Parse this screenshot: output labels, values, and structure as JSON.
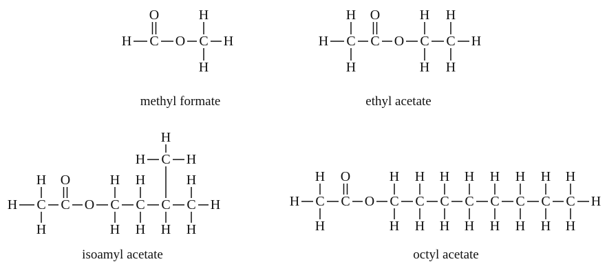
{
  "molecules": [
    {
      "name": "methyl formate",
      "atoms": [
        "H",
        "C",
        "O",
        "C",
        "H",
        "O",
        "H",
        "H"
      ],
      "bonds": [
        [
          0,
          1
        ],
        [
          1,
          2
        ],
        [
          2,
          3
        ],
        [
          3,
          4
        ],
        [
          3,
          6
        ],
        [
          3,
          7
        ]
      ],
      "double_bonds": [
        [
          1,
          5
        ]
      ]
    },
    {
      "name": "ethyl acetate",
      "atoms": [
        "H",
        "C",
        "C",
        "O",
        "C",
        "C",
        "H",
        "H",
        "H",
        "O",
        "H",
        "H",
        "H",
        "H"
      ],
      "bonds": [
        [
          0,
          1
        ],
        [
          1,
          2
        ],
        [
          2,
          3
        ],
        [
          3,
          4
        ],
        [
          4,
          5
        ],
        [
          5,
          6
        ],
        [
          1,
          7
        ],
        [
          1,
          8
        ],
        [
          4,
          10
        ],
        [
          4,
          11
        ],
        [
          5,
          12
        ],
        [
          5,
          13
        ]
      ],
      "double_bonds": [
        [
          2,
          9
        ]
      ]
    },
    {
      "name": "isoamyl acetate",
      "atoms": [
        "H",
        "C",
        "C",
        "O",
        "C",
        "C",
        "C",
        "C",
        "H",
        "H",
        "H",
        "O",
        "H",
        "H",
        "H",
        "H",
        "H",
        "H",
        "H",
        "C",
        "H",
        "H",
        "H"
      ],
      "bonds": [
        [
          0,
          1
        ],
        [
          1,
          2
        ],
        [
          2,
          3
        ],
        [
          3,
          4
        ],
        [
          4,
          5
        ],
        [
          5,
          6
        ],
        [
          6,
          7
        ],
        [
          7,
          8
        ],
        [
          1,
          9
        ],
        [
          1,
          10
        ],
        [
          4,
          12
        ],
        [
          4,
          13
        ],
        [
          5,
          14
        ],
        [
          5,
          15
        ],
        [
          6,
          16
        ],
        [
          7,
          17
        ],
        [
          7,
          18
        ],
        [
          6,
          19
        ],
        [
          19,
          20
        ],
        [
          19,
          21
        ],
        [
          19,
          22
        ]
      ],
      "double_bonds": [
        [
          2,
          11
        ]
      ]
    },
    {
      "name": "octyl acetate",
      "atoms": [
        "H",
        "C",
        "C",
        "O",
        "C",
        "C",
        "C",
        "C",
        "C",
        "C",
        "C",
        "C",
        "H",
        "H",
        "H",
        "O",
        "H",
        "H",
        "H",
        "H",
        "H",
        "H",
        "H",
        "H",
        "H",
        "H",
        "H",
        "H",
        "H",
        "H",
        "H",
        "H"
      ],
      "bonds": [
        [
          0,
          1
        ],
        [
          1,
          2
        ],
        [
          2,
          3
        ],
        [
          3,
          4
        ],
        [
          4,
          5
        ],
        [
          5,
          6
        ],
        [
          6,
          7
        ],
        [
          7,
          8
        ],
        [
          8,
          9
        ],
        [
          9,
          10
        ],
        [
          10,
          11
        ],
        [
          11,
          12
        ],
        [
          1,
          13
        ],
        [
          1,
          14
        ],
        [
          4,
          16
        ],
        [
          4,
          17
        ],
        [
          5,
          18
        ],
        [
          5,
          19
        ],
        [
          6,
          20
        ],
        [
          6,
          21
        ],
        [
          7,
          22
        ],
        [
          7,
          23
        ],
        [
          8,
          24
        ],
        [
          8,
          25
        ],
        [
          9,
          26
        ],
        [
          9,
          27
        ],
        [
          10,
          28
        ],
        [
          10,
          29
        ],
        [
          11,
          30
        ],
        [
          11,
          31
        ]
      ],
      "double_bonds": [
        [
          2,
          15
        ]
      ]
    }
  ]
}
